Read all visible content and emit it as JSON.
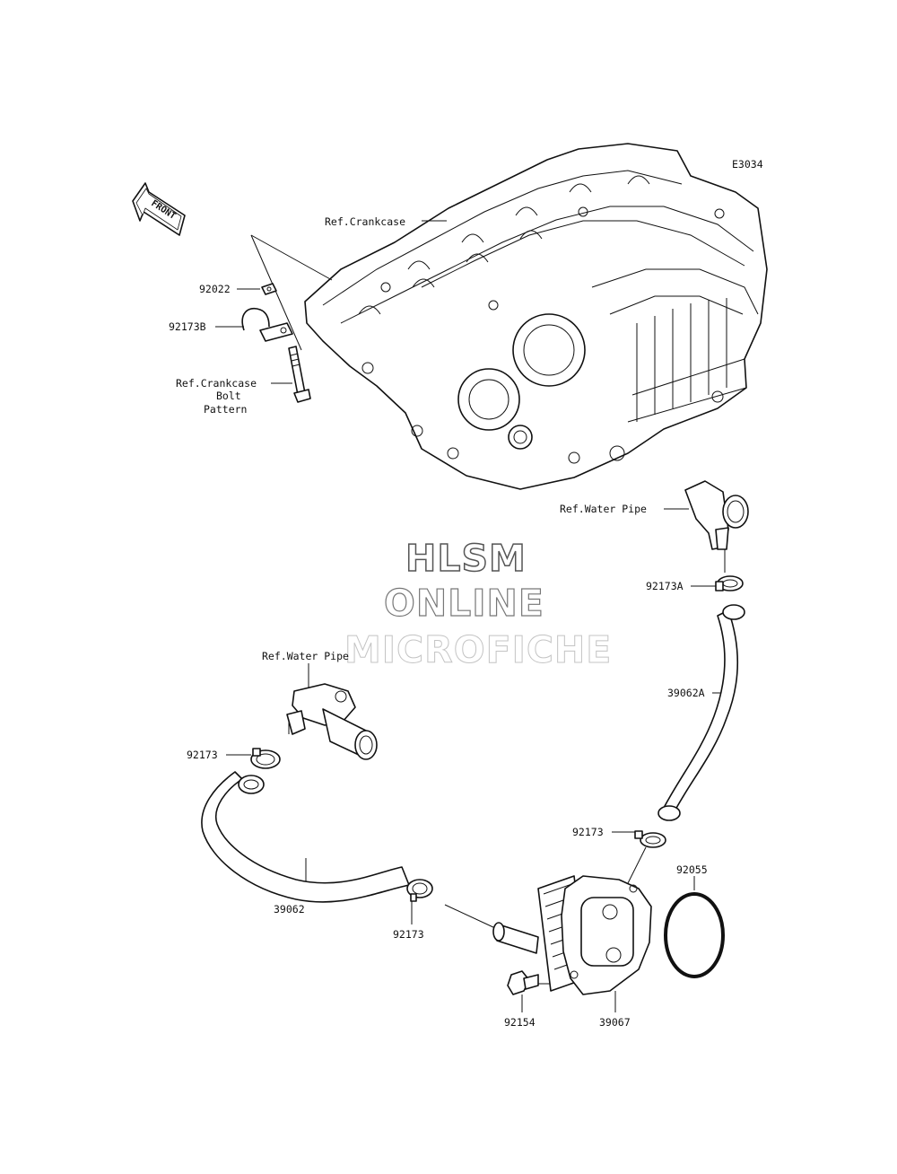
{
  "diagram_code": "E3034",
  "front_arrow_text": "FRONT",
  "watermark": {
    "line1": "HLSM",
    "line2": "ONLINE",
    "line3": "MICROFICHE"
  },
  "labels": {
    "ref_crankcase": "Ref.Crankcase",
    "p92022": "92022",
    "p92173B": "92173B",
    "ref_crankcase_bolt_1": "Ref.Crankcase",
    "ref_crankcase_bolt_2": "Bolt",
    "ref_crankcase_bolt_3": "Pattern",
    "ref_water_pipe_right": "Ref.Water Pipe",
    "p92173A": "92173A",
    "p39062A": "39062A",
    "ref_water_pipe_left": "Ref.Water Pipe",
    "p92173_upper_left": "92173",
    "p39062": "39062",
    "p92173_mid": "92173",
    "p92173_right": "92173",
    "p92055": "92055",
    "p92154": "92154",
    "p39067": "39067"
  }
}
